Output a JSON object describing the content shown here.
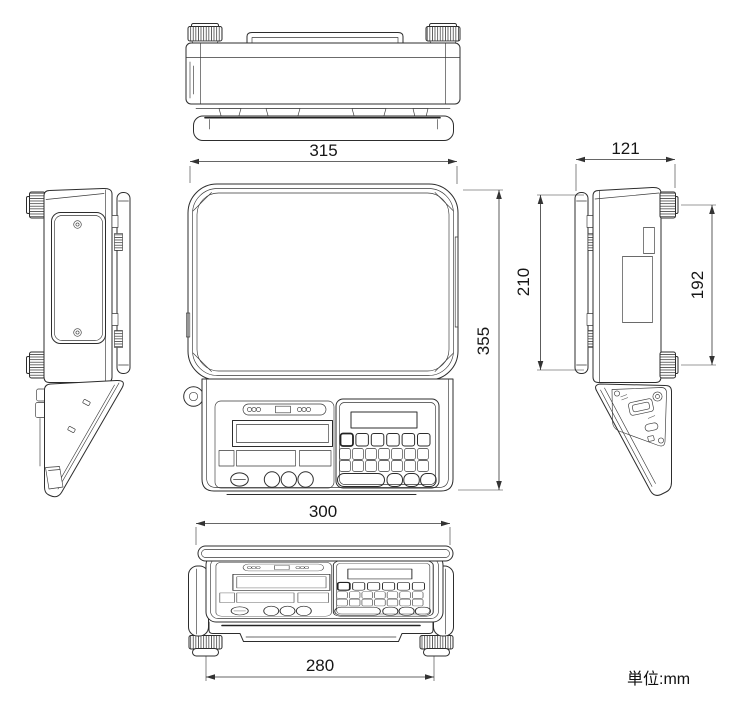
{
  "drawing": {
    "title": "counting-scale-outline-dimensions",
    "unit_note": "単位:mm",
    "dimensions": {
      "plan_width": "315",
      "side_width": "121",
      "plan_platter_depth": "210",
      "side_foot_span": "192",
      "plan_total_depth": "355",
      "front_width": "300",
      "front_foot_span": "280"
    }
  }
}
